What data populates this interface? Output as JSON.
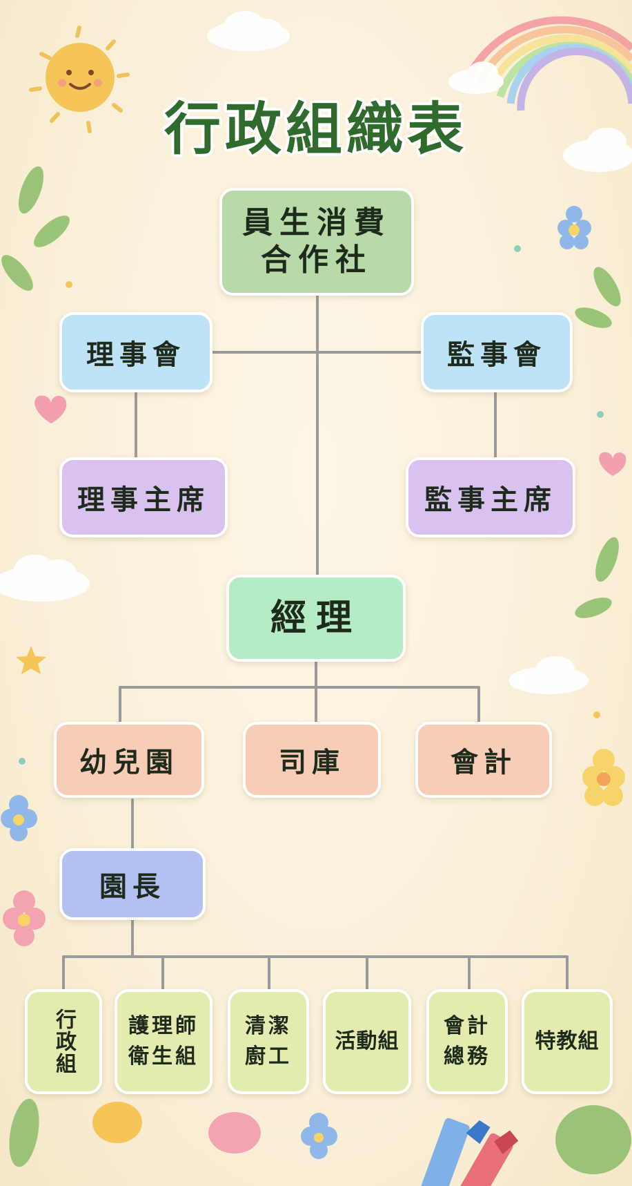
{
  "title": "行政組織表",
  "colors": {
    "root": "#b8d9a8",
    "council": "#bfe3f6",
    "chair": "#d9c2f0",
    "manager": "#b6ecc5",
    "dept": "#f8cdb8",
    "director": "#b2c0f2",
    "unit": "#e3ebae",
    "line": "#9a9a9a",
    "title": "#2f6b2c"
  },
  "nodes": {
    "root": "員生消費\n合作社",
    "board": "理事會",
    "supervisory_board": "監事會",
    "board_chair": "理事主席",
    "supervisory_chair": "監事主席",
    "manager": "經理",
    "kindergarten": "幼兒園",
    "warehouse": "司庫",
    "accounting": "會計",
    "director": "園長"
  },
  "units": [
    "行政組",
    "護理師\n衛生組",
    "清潔\n廚工",
    "活動組",
    "會計\n總務",
    "特教組"
  ]
}
